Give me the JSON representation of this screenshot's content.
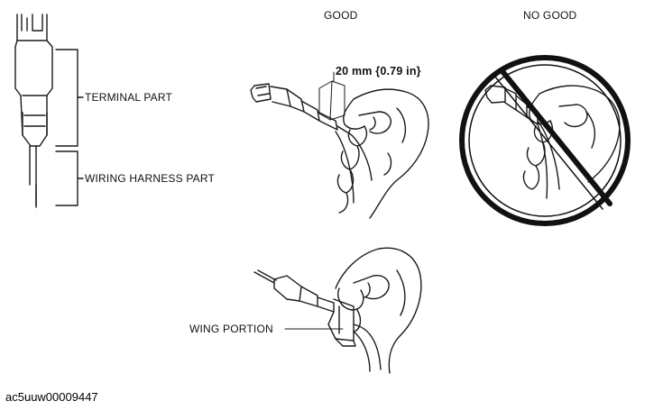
{
  "labels": {
    "good": "GOOD",
    "no_good": "NO GOOD",
    "measurement": "20 mm {0.79 in}",
    "terminal_part": "TERMINAL PART",
    "wiring_harness_part": "WIRING HARNESS PART",
    "wing_portion": "WING PORTION"
  },
  "figure_code": "ac5uuw00009447",
  "colors": {
    "line": "#1a1a1a",
    "prohibition": "#111111",
    "background": "#ffffff"
  },
  "icons": {
    "prohibition": "no-good-circle-slash-icon"
  }
}
